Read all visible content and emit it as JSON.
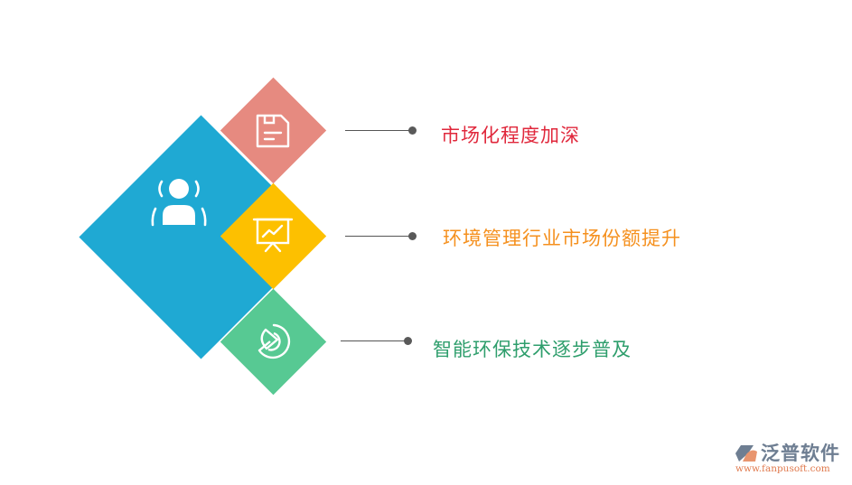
{
  "diagram": {
    "center": {
      "icon": "person-broadcast-icon",
      "color": "#1fa9d3"
    },
    "items": [
      {
        "label": "市场化程度加深",
        "icon": "floppy-disk-icon",
        "tile_color": "#e68a80",
        "text_color": "#e0283c"
      },
      {
        "label": "环境管理行业市场份额提升",
        "icon": "presentation-chart-icon",
        "tile_color": "#fdc000",
        "text_color": "#f5901e"
      },
      {
        "label": "智能环保技术逐步普及",
        "icon": "pie-chart-icon",
        "tile_color": "#57c993",
        "text_color": "#2e9e6c"
      }
    ]
  },
  "logo": {
    "name": "泛普软件",
    "url": "www.fanpusoft.com"
  }
}
